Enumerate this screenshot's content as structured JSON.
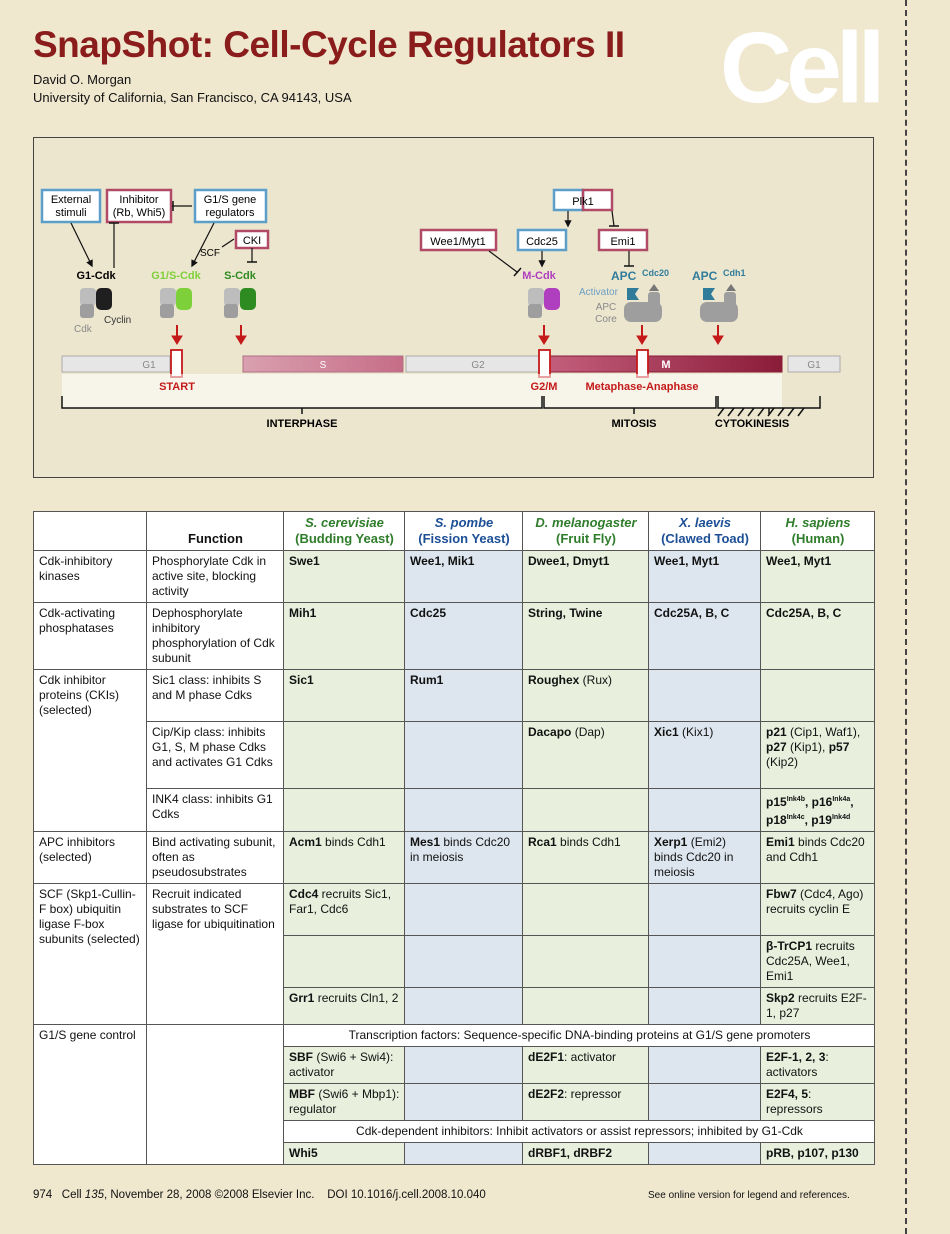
{
  "header": {
    "title": "SnapShot: Cell-Cycle Regulators II",
    "author": "David O. Morgan",
    "affiliation": "University of California, San Francisco, CA 94143, USA",
    "logo": "Cell"
  },
  "diagram": {
    "boxes": {
      "external": "External stimuli",
      "external_l1": "External",
      "external_l2": "stimuli",
      "inhibitor_l1": "Inhibitor",
      "inhibitor_l2": "(Rb, Whi5)",
      "g1s_l1": "G1/S gene",
      "g1s_l2": "regulators",
      "cki": "CKI",
      "scf": "SCF",
      "plk1": "Plk1",
      "wee1": "Wee1/Myt1",
      "cdc25": "Cdc25",
      "emi1": "Emi1"
    },
    "complexes": {
      "g1cdk": "G1-Cdk",
      "g1scdk": "G1/S-Cdk",
      "scdk": "S-Cdk",
      "mcdk": "M-Cdk",
      "apc": "APC",
      "cdc20": "Cdc20",
      "cdh1": "Cdh1",
      "cdk": "Cdk",
      "cyclin": "Cyclin",
      "activator": "Activator",
      "apc_core_l1": "APC",
      "apc_core_l2": "Core"
    },
    "phases": {
      "g1": "G1",
      "s": "S",
      "g2": "G2",
      "m": "M",
      "g1b": "G1"
    },
    "transitions": {
      "start": "START",
      "g2m": "G2/M",
      "metaana": "Metaphase-Anaphase"
    },
    "brackets": {
      "interphase": "INTERPHASE",
      "mitosis": "MITOSIS",
      "cytokinesis": "CYTOKINESIS"
    },
    "colors": {
      "g1s": "#7ed03a",
      "s": "#2e8b22",
      "m": "#b03fbf",
      "apc": "#2f7c9a",
      "red": "#c41a1a"
    }
  },
  "table": {
    "headers": {
      "function": "Function",
      "sc_name": "S. cerevisiae",
      "sc_common": "(Budding Yeast)",
      "sp_name": "S. pombe",
      "sp_common": "(Fission Yeast)",
      "dm_name": "D. melanogaster",
      "dm_common": "(Fruit Fly)",
      "xl_name": "X. laevis",
      "xl_common": "(Clawed Toad)",
      "hs_name": "H. sapiens",
      "hs_common": "(Human)"
    },
    "r1": {
      "cat": "Cdk-inhibitory kinases",
      "fn": "Phosphorylate Cdk in active site, blocking activity",
      "sc": "Swe1",
      "sp": "Wee1, Mik1",
      "dm": "Dwee1, Dmyt1",
      "xl": "Wee1, Myt1",
      "hs": "Wee1, Myt1"
    },
    "r2": {
      "cat": "Cdk-activating phosphatases",
      "fn": "Dephosphorylate inhibitory phosphorylation of Cdk subunit",
      "sc": "Mih1",
      "sp": "Cdc25",
      "dm": "String, Twine",
      "xl": "Cdc25A, B, C",
      "hs": "Cdc25A, B, C"
    },
    "r3": {
      "cat": "Cdk inhibitor proteins (CKIs) (selected)",
      "fn": "Sic1 class: inhibits S and M phase Cdks",
      "sc": "Sic1",
      "sp": "Rum1",
      "dm_b": "Roughex",
      "dm_n": " (Rux)"
    },
    "r4": {
      "fn": "Cip/Kip class: inhibits G1, S, M phase Cdks and activates G1 Cdks",
      "dm_b": "Dacapo",
      "dm_n": " (Dap)",
      "xl_b": "Xic1",
      "xl_n": " (Kix1)",
      "hs_b1": "p21",
      "hs_n1": " (Cip1, Waf1),",
      "hs_b2": "p27",
      "hs_n2": " (Kip1), ",
      "hs_b3": "p57",
      "hs_n3": " (Kip2)"
    },
    "r5": {
      "fn": "INK4 class: inhibits G1 Cdks",
      "p15": "p15",
      "s15": "Ink4b",
      "p16": "p16",
      "s16": "Ink4a",
      "p18": "p18",
      "s18": "Ink4c",
      "p19": "p19",
      "s19": "Ink4d"
    },
    "r6": {
      "cat": "APC inhibitors (selected)",
      "fn": "Bind activating subunit, often as pseudosubstrates",
      "sc_b": "Acm1",
      "sc_n": " binds Cdh1",
      "sp_b": "Mes1",
      "sp_n": " binds Cdc20 in meiosis",
      "dm_b": "Rca1",
      "dm_n": " binds Cdh1",
      "xl_b": "Xerp1",
      "xl_n": " (Emi2) binds Cdc20 in meiosis",
      "hs_b": "Emi1",
      "hs_n": " binds Cdc20 and Cdh1"
    },
    "r7": {
      "cat": "SCF (Skp1-Cullin-F box) ubiquitin ligase F-box subunits (selected)",
      "fn": "Recruit indicated substrates to SCF ligase for ubiquitination",
      "sc_b": "Cdc4",
      "sc_n": " recruits Sic1, Far1, Cdc6",
      "hs_b": "Fbw7",
      "hs_n": " (Cdc4, Ago) recruits cyclin E"
    },
    "r8": {
      "hs_b": "β-TrCP1",
      "hs_n": " recruits Cdc25A, Wee1, Emi1"
    },
    "r9": {
      "sc_b": "Grr1",
      "sc_n": " recruits Cln1, 2",
      "hs_b": "Skp2",
      "hs_n": " recruits E2F-1, p27"
    },
    "r10": {
      "cat": "G1/S gene control",
      "span": "Transcription factors: Sequence-specific DNA-binding proteins at G1/S gene promoters"
    },
    "r11": {
      "sc_b": "SBF",
      "sc_n": " (Swi6 + Swi4): activator",
      "dm_b": "dE2F1",
      "dm_n": ": activator",
      "hs_b": "E2F-1, 2, 3",
      "hs_n": ": activators"
    },
    "r12": {
      "sc_b": "MBF",
      "sc_n": " (Swi6 + Mbp1): regulator",
      "dm_b": "dE2F2",
      "dm_n": ": repressor",
      "hs_b": "E2F4, 5",
      "hs_n": ": repressors"
    },
    "r13": {
      "span": "Cdk-dependent inhibitors: Inhibit activators or assist repressors; inhibited by G1-Cdk"
    },
    "r14": {
      "sc": "Whi5",
      "dm": "dRBF1, dRBF2",
      "hs": "pRB, p107, p130"
    }
  },
  "footer": {
    "page": "974",
    "journal": "Cell",
    "volume": "135",
    "citation": ", November 28, 2008 ©2008 Elsevier Inc.    DOI 10.1016/j.cell.2008.10.040",
    "note": "See online version for legend and references."
  }
}
